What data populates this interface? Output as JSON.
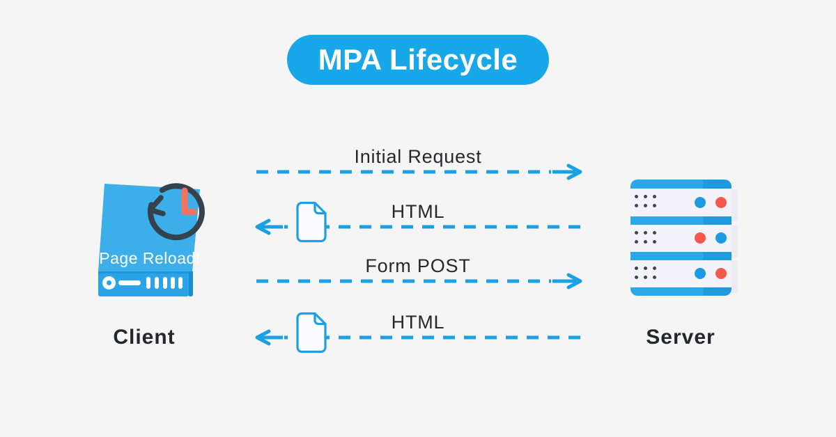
{
  "title": "MPA Lifecycle",
  "nodes": {
    "client": {
      "label": "Client",
      "badge": "Page Reload!"
    },
    "server": {
      "label": "Server"
    }
  },
  "flows": [
    {
      "label": "Initial Request",
      "direction": "client-to-server",
      "document_icon": false
    },
    {
      "label": "HTML",
      "direction": "server-to-client",
      "document_icon": true
    },
    {
      "label": "Form POST",
      "direction": "client-to-server",
      "document_icon": false
    },
    {
      "label": "HTML",
      "direction": "server-to-client",
      "document_icon": true
    }
  ],
  "icons": {
    "client": "computer-with-reload-clock-icon",
    "server": "server-rack-stack-icon",
    "flow_document": "html-document-icon"
  },
  "colors": {
    "background": "#f5f5f5",
    "accent_blue": "#18a7e8",
    "arrow_blue": "#1aa0e3",
    "client_top_blue": "#3cafea",
    "client_front_blue": "#2aa3e7",
    "clock_dark": "#35424d",
    "clock_hands_coral": "#f4735f",
    "server_led_red": "#f5594b",
    "server_led_blue": "#1e9ae5",
    "text_dark": "#26282b"
  }
}
